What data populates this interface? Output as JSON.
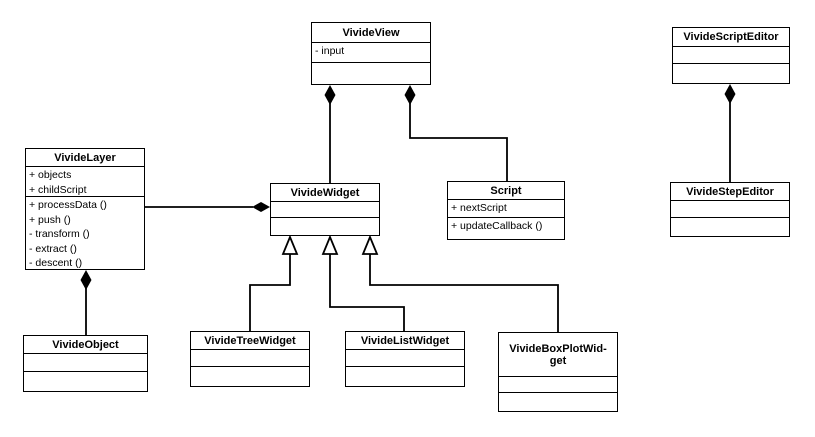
{
  "diagram": {
    "type": "uml-class-diagram",
    "colors": {
      "stroke": "#000000",
      "background": "#ffffff",
      "text": "#000000"
    },
    "classes": [
      {
        "name": "VivideView",
        "title": "VivideView",
        "attributes": [
          "- input"
        ],
        "methods": []
      },
      {
        "name": "VivideScriptEditor",
        "title": "VivideScriptEditor",
        "attributes": [],
        "methods": []
      },
      {
        "name": "VivideLayer",
        "title": "VivideLayer",
        "attributes": [
          "+ objects",
          "+ childScript"
        ],
        "methods": [
          "+ processData ()",
          "+ push ()",
          "- transform ()",
          "- extract ()",
          "- descent ()"
        ]
      },
      {
        "name": "VivideWidget",
        "title": "VivideWidget",
        "attributes": [],
        "methods": []
      },
      {
        "name": "Script",
        "title": "Script",
        "attributes": [
          "+ nextScript"
        ],
        "methods": [
          "+ updateCallback ()"
        ]
      },
      {
        "name": "VivideStepEditor",
        "title": "VivideStepEditor",
        "attributes": [],
        "methods": []
      },
      {
        "name": "VivideObject",
        "title": "VivideObject",
        "attributes": [],
        "methods": []
      },
      {
        "name": "VivideTreeWidget",
        "title": "VivideTreeWidget",
        "attributes": [],
        "methods": []
      },
      {
        "name": "VivideListWidget",
        "title": "VivideListWidget",
        "attributes": [],
        "methods": []
      },
      {
        "name": "VivideBoxPlotWidget",
        "title": "VivideBoxPlotWid-\nget",
        "attributes": [],
        "methods": []
      }
    ],
    "relationships": [
      {
        "type": "composition",
        "whole": "VivideView",
        "part": "VivideWidget"
      },
      {
        "type": "composition",
        "whole": "VivideView",
        "part": "Script"
      },
      {
        "type": "composition",
        "whole": "VivideScriptEditor",
        "part": "VivideStepEditor"
      },
      {
        "type": "composition",
        "whole": "VivideLayer",
        "part": "VivideObject"
      },
      {
        "type": "composition",
        "whole": "VivideWidget",
        "part": "VivideLayer"
      },
      {
        "type": "generalization",
        "subclass": "VivideTreeWidget",
        "superclass": "VivideWidget"
      },
      {
        "type": "generalization",
        "subclass": "VivideListWidget",
        "superclass": "VivideWidget"
      },
      {
        "type": "generalization",
        "subclass": "VivideBoxPlotWidget",
        "superclass": "VivideWidget"
      }
    ]
  }
}
